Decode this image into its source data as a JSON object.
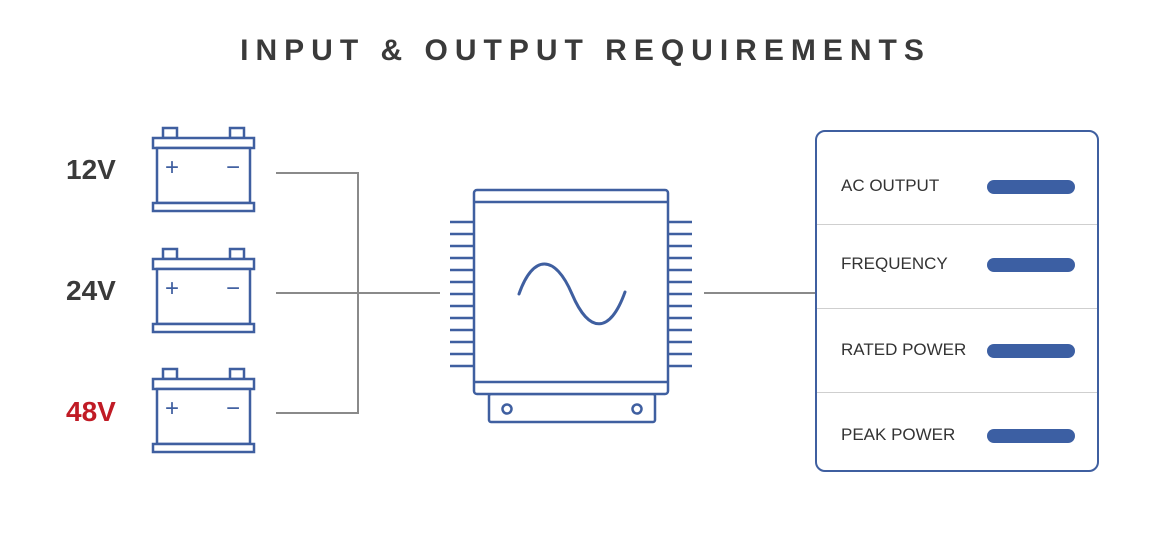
{
  "title": "INPUT & OUTPUT REQUIREMENTS",
  "colors": {
    "line_blue": "#3f5fa0",
    "bar_blue": "#3c5fa3",
    "connector_gray": "#8a8a8a",
    "label_dark": "#3a3a3a",
    "label_red": "#c01b25"
  },
  "inputs": [
    {
      "voltage": "12V",
      "plus": "+",
      "minus": "−"
    },
    {
      "voltage": "24V",
      "plus": "+",
      "minus": "−"
    },
    {
      "voltage": "48V",
      "plus": "+",
      "minus": "−",
      "highlight": true
    }
  ],
  "device": {
    "icon": "sine-wave-icon"
  },
  "outputs": [
    {
      "label": "AC OUTPUT"
    },
    {
      "label": "FREQUENCY"
    },
    {
      "label": "RATED POWER"
    },
    {
      "label": "PEAK POWER"
    }
  ]
}
